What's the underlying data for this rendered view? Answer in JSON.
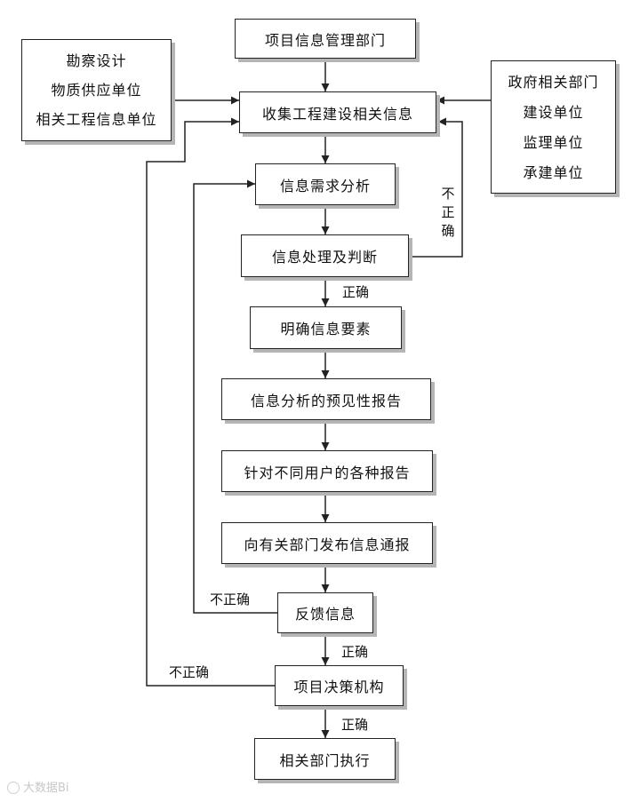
{
  "nodes": {
    "dept": "项目信息管理部门",
    "collect": "收集工程建设相关信息",
    "demand": "信息需求分析",
    "process": "信息处理及判断",
    "elements": "明确信息要素",
    "forecast": "信息分析的预见性报告",
    "user_reports": "针对不同用户的各种报告",
    "publish": "向有关部门发布信息通报",
    "feedback": "反馈信息",
    "decision": "项目决策机构",
    "execute": "相关部门执行"
  },
  "left_sources": [
    "勘察设计",
    "物质供应单位",
    "相关工程信息单位"
  ],
  "right_sources": [
    "政府相关部门",
    "建设单位",
    "监理单位",
    "承建单位"
  ],
  "labels": {
    "correct_1": "正确",
    "correct_2": "正确",
    "correct_3": "正确",
    "incorrect_feedback": "不正确",
    "incorrect_decision": "不正确",
    "incorrect_process": [
      "不",
      "正",
      "确"
    ]
  },
  "watermark": "大数据Bi",
  "colors": {
    "line": "#222222",
    "shadow": "#b5b5b5"
  }
}
